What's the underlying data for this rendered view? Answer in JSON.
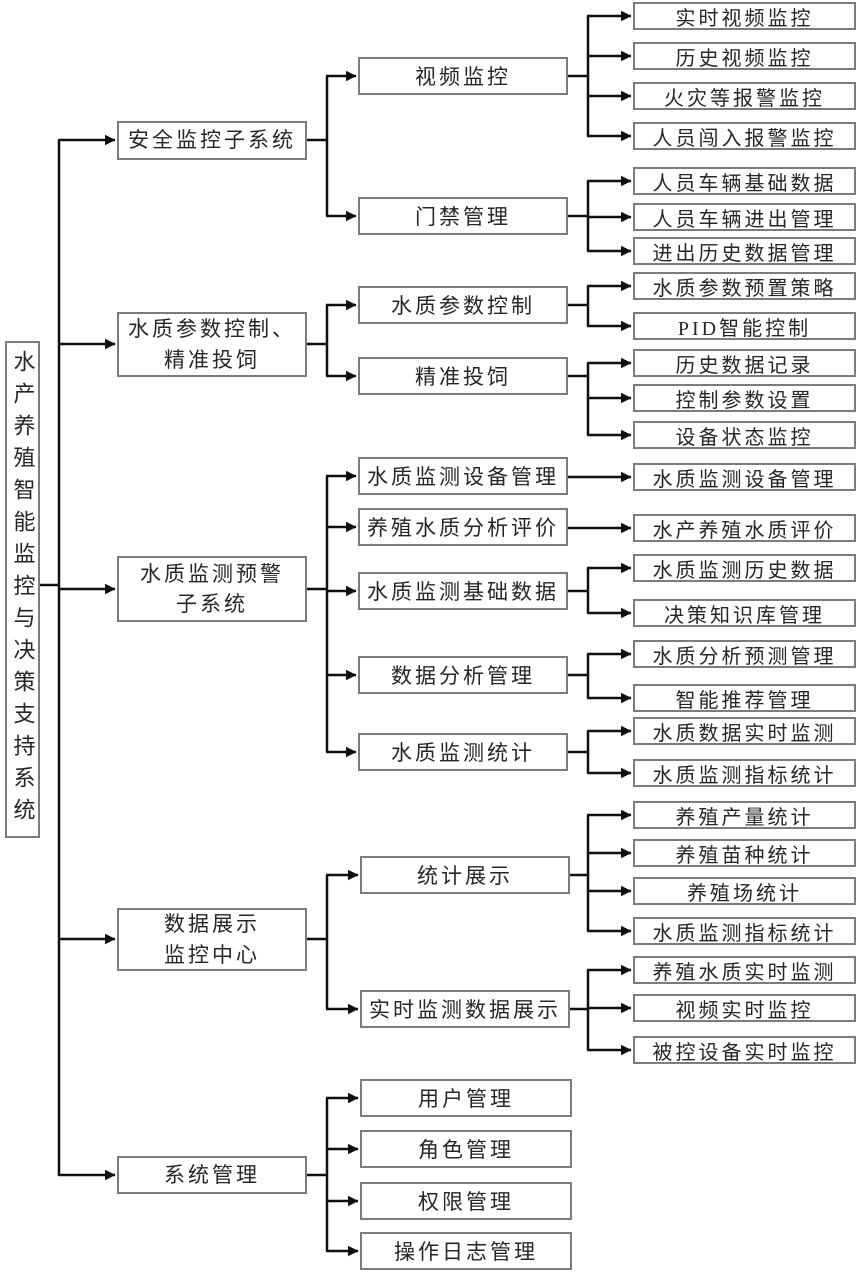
{
  "root": {
    "label": "水产养殖智能监控与决策支持系统"
  },
  "sections": [
    {
      "label": "安全监控子系统",
      "children": [
        {
          "label": "视频监控",
          "leaves": [
            "实时视频监控",
            "历史视频监控",
            "火灾等报警监控",
            "人员闯入报警监控"
          ]
        },
        {
          "label": "门禁管理",
          "leaves": [
            "人员车辆基础数据",
            "人员车辆进出管理",
            "进出历史数据管理"
          ]
        }
      ]
    },
    {
      "label": "水质参数控制、\n精准投饲",
      "children": [
        {
          "label": "水质参数控制",
          "leaves": [
            "水质参数预置策略",
            "PID智能控制"
          ]
        },
        {
          "label": "精准投饲",
          "leaves": [
            "历史数据记录",
            "控制参数设置",
            "设备状态监控"
          ]
        }
      ]
    },
    {
      "label": "水质监测预警\n子系统",
      "children": [
        {
          "label": "水质监测设备管理",
          "leaves": [
            "水质监测设备管理"
          ]
        },
        {
          "label": "养殖水质分析评价",
          "leaves": [
            "水产养殖水质评价"
          ]
        },
        {
          "label": "水质监测基础数据",
          "leaves": [
            "水质监测历史数据",
            "决策知识库管理"
          ]
        },
        {
          "label": "数据分析管理",
          "leaves": [
            "水质分析预测管理",
            "智能推荐管理"
          ]
        },
        {
          "label": "水质监测统计",
          "leaves": [
            "水质数据实时监测",
            "水质监测指标统计"
          ]
        }
      ]
    },
    {
      "label": "数据展示\n监控中心",
      "children": [
        {
          "label": "统计展示",
          "leaves": [
            "养殖产量统计",
            "养殖苗种统计",
            "养殖场统计",
            "水质监测指标统计"
          ]
        },
        {
          "label": "实时监测数据展示",
          "leaves": [
            "养殖水质实时监测",
            "视频实时监控",
            "被控设备实时监控"
          ]
        }
      ]
    },
    {
      "label": "系统管理",
      "children": [
        {
          "label": "用户管理",
          "leaves": []
        },
        {
          "label": "角色管理",
          "leaves": []
        },
        {
          "label": "权限管理",
          "leaves": []
        },
        {
          "label": "操作日志管理",
          "leaves": []
        }
      ]
    }
  ],
  "colors": {
    "box_border": "#7c7c7c",
    "connector": "#0f0f0f",
    "text": "#262626",
    "background": "#ffffff"
  }
}
